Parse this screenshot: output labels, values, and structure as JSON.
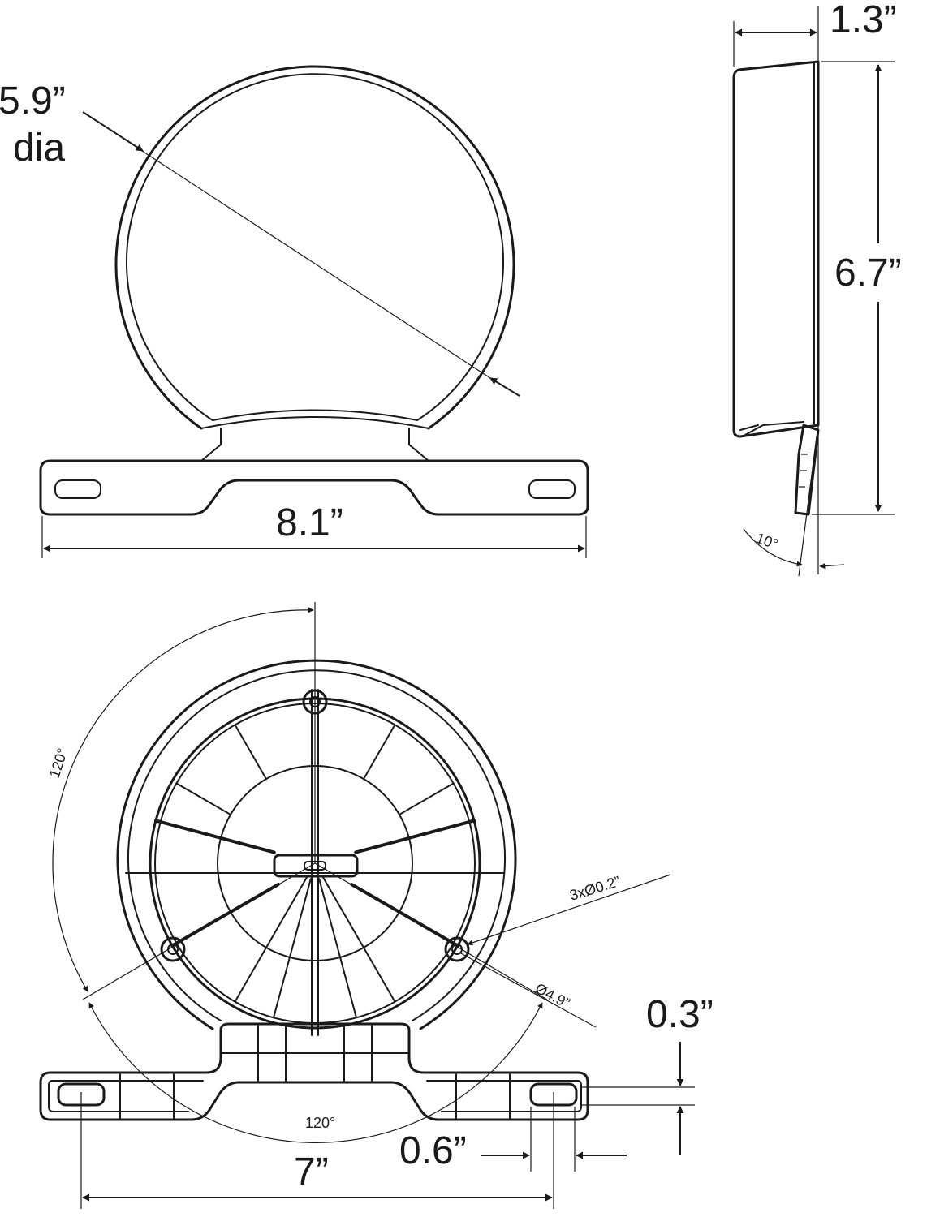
{
  "front_view": {
    "diameter_label_line1": "5.9”",
    "diameter_label_line2": "dia",
    "width_label": "8.1”"
  },
  "side_view": {
    "depth_label": "1.3”",
    "height_label": "6.7”",
    "tilt_angle_label": "10°"
  },
  "rear_view": {
    "angle_top_label": "120°",
    "angle_bottom_label": "120°",
    "hole_label": "3xØ0.2”",
    "bolt_circle_label": "Ø4.9”",
    "slot_height_label": "0.3”",
    "slot_width_label": "0.6”",
    "slot_spacing_label": "7”"
  },
  "colors": {
    "line": "#1a1a1a",
    "background": "#ffffff"
  }
}
